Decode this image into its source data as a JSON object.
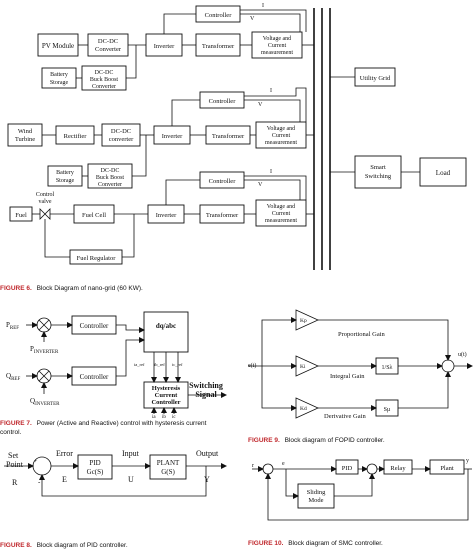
{
  "fig6": {
    "row1": {
      "pv": "PV Module",
      "dcdc": "DC-DC",
      "dcdc2": "Converter",
      "inverter": "Inverter",
      "transformer": "Transformer",
      "vc1": "Voltage and",
      "vc2": "Current",
      "vc3": "measurement",
      "controller": "Controller",
      "I": "I",
      "V": "V",
      "bat1": "Battery",
      "bat2": "Storage",
      "bb1": "DC-DC",
      "bb2": "Buck Boost",
      "bb3": "Converter"
    },
    "utility": "Utility Grid",
    "row2": {
      "wind1": "Wind",
      "wind2": "Turbine",
      "rectifier": "Rectifier",
      "dcdc": "DC-DC",
      "dcdc2": "converter",
      "inverter": "Inverter",
      "transformer": "Transformer",
      "vc1": "Voltage and",
      "vc2": "Current",
      "vc3": "measurement",
      "controller": "Controller",
      "I": "I",
      "V": "V",
      "bat1": "Battery",
      "bat2": "Storage",
      "bb1": "DC-DC",
      "bb2": "Buck Boost",
      "bb3": "Converter"
    },
    "smart1": "Smart",
    "smart2": "Switching",
    "load": "Load",
    "row3": {
      "fuel": "Fuel",
      "valve1": "Control",
      "valve2": "valve",
      "fuelcell": "Fuel Cell",
      "inverter": "Inverter",
      "transformer": "Transformer",
      "vc1": "Voltage and",
      "vc2": "Current",
      "vc3": "measurement",
      "controller": "Controller",
      "I": "I",
      "V": "V",
      "regulator": "Fuel Regulator"
    },
    "caption_num": "FIGURE 6.",
    "caption_text": "Block Diagram of nano-grid (60 KW)."
  },
  "fig7": {
    "pref": "P",
    "pref_sub": "REF",
    "pinv": "P",
    "pinv_sub": "INVERTER",
    "qref": "Q",
    "qref_sub": "REF",
    "qinv": "Q",
    "qinv_sub": "INVERTER",
    "controller": "Controller",
    "dqabc": "dq/abc",
    "ia": "ia_ref",
    "ib": "ib_ref",
    "ic": "ic_ref",
    "hyst1": "Hysteresis",
    "hyst2": "Current",
    "hyst3": "Controller",
    "ia2": "ia",
    "ib2": "ib",
    "ic2": "ic",
    "sw1": "Switching",
    "sw2": "Signal",
    "caption_num": "FIGURE 7.",
    "caption_text": "Power (Active and Reactive) control with hysteresis current",
    "caption_text2": "control."
  },
  "fig8": {
    "set1": "Set",
    "set2": "Point",
    "error": "Error",
    "input": "Input",
    "output": "Output",
    "pid1": "PID",
    "pid2": "Gc(S)",
    "plant1": "PLANT",
    "plant2": "G(S)",
    "R": "R",
    "E": "E",
    "U": "U",
    "Y": "Y",
    "plus": "+",
    "minus": "-",
    "caption_num": "FIGURE 8.",
    "caption_text": "Block diagram of PID controller."
  },
  "fig9": {
    "et": "e(t)",
    "ut": "u(t)",
    "kp": "Kp",
    "ki": "Ki",
    "kd": "Kd",
    "prop": "Proportional Gain",
    "integ": "Integral Gain",
    "deriv": "Derivative Gain",
    "int_op": "1/Sλ",
    "der_op": "Sµ",
    "caption_num": "FIGURE 9.",
    "caption_text": "Block diagram of FOPID controller."
  },
  "fig10": {
    "r": "r",
    "e": "e",
    "y": "y",
    "sliding1": "Sliding",
    "sliding2": "Mode",
    "pid": "PID",
    "relay": "Relay",
    "plant": "Plant",
    "caption_num": "FIGURE 10.",
    "caption_text": "Block diagram of SMC controller."
  }
}
